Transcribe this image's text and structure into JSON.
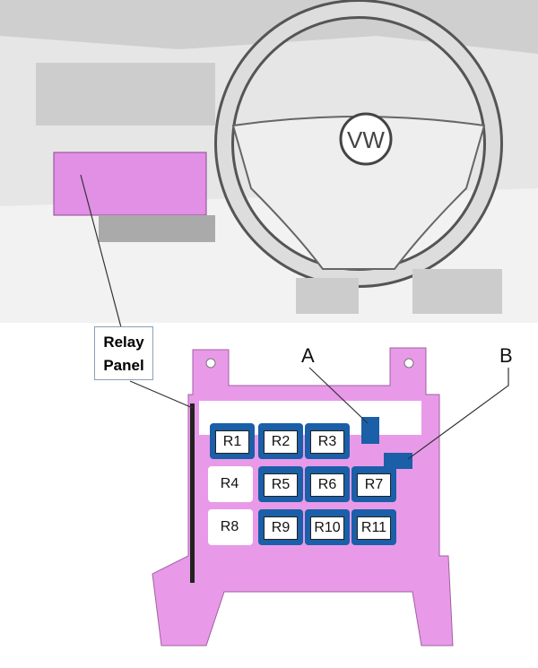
{
  "callout": {
    "line1": "Relay",
    "line2": "Panel"
  },
  "markers": {
    "a": "A",
    "b": "B"
  },
  "relays": [
    {
      "id": "R1",
      "type": "installed"
    },
    {
      "id": "R2",
      "type": "installed"
    },
    {
      "id": "R3",
      "type": "installed"
    },
    {
      "id": "R4",
      "type": "empty"
    },
    {
      "id": "R5",
      "type": "installed"
    },
    {
      "id": "R6",
      "type": "installed"
    },
    {
      "id": "R7",
      "type": "installed"
    },
    {
      "id": "R8",
      "type": "empty"
    },
    {
      "id": "R9",
      "type": "installed"
    },
    {
      "id": "R10",
      "type": "installed"
    },
    {
      "id": "R11",
      "type": "installed"
    }
  ],
  "colors": {
    "highlight": "#e28fe6",
    "relay": "#1a5fa8"
  }
}
